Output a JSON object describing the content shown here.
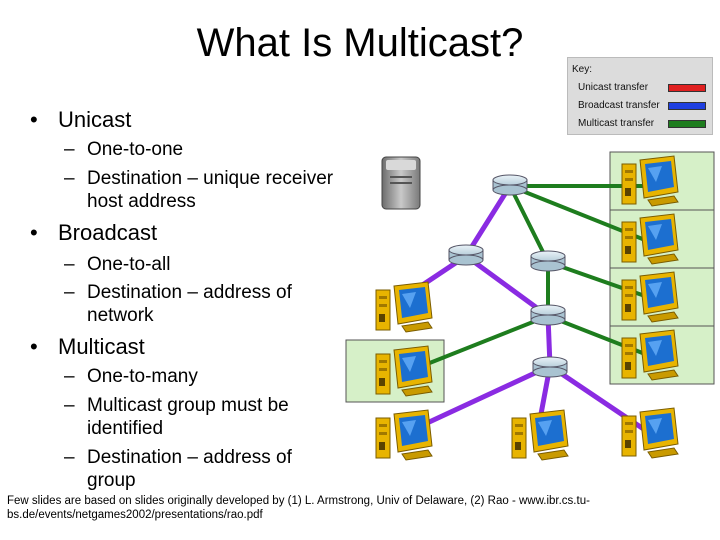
{
  "title": "What Is Multicast?",
  "key": {
    "heading": "Key:",
    "items": [
      {
        "label": "Unicast transfer",
        "color": "#e02020"
      },
      {
        "label": "Broadcast transfer",
        "color": "#1f3fe0"
      },
      {
        "label": "Multicast transfer",
        "color": "#1e7d1e"
      }
    ]
  },
  "bullets": [
    {
      "label": "Unicast",
      "subs": [
        "One-to-one",
        "Destination – unique receiver host address"
      ]
    },
    {
      "label": "Broadcast",
      "subs": [
        "One-to-all",
        "Destination – address of network"
      ]
    },
    {
      "label": "Multicast",
      "subs": [
        "One-to-many",
        "Multicast group must be identified",
        "Destination – address of group"
      ]
    }
  ],
  "colors": {
    "broadcast_link": "#8a2be2",
    "multicast_link": "#1e7d1e",
    "group_highlight": "#d6f0c8"
  },
  "footnote": "Few slides are based on slides originally developed by (1) L. Armstrong, Univ of Delaware, (2) Rao - www.ibr.cs.tu-bs.de/events/netgames2002/presentations/rao.pdf"
}
